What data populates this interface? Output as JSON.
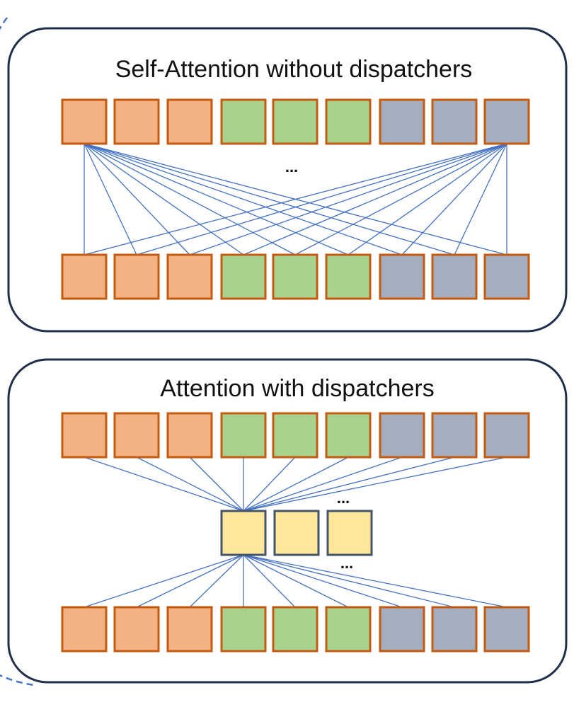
{
  "panels": [
    {
      "id": "without",
      "title": "Self-Attention without dispatchers",
      "ellipsis": "..."
    },
    {
      "id": "with",
      "title": "Attention with dispatchers",
      "ellipsis_top": "...",
      "ellipsis_bottom": "..."
    }
  ],
  "token_groups": [
    "orange",
    "orange",
    "orange",
    "green",
    "green",
    "green",
    "gray",
    "gray",
    "gray"
  ],
  "dispatcher_count": 3,
  "colors": {
    "orange_fill": "#F4B183",
    "orange_stroke": "#C55A11",
    "green_fill": "#A9D18E",
    "gray_fill": "#A4AEBE",
    "dispatcher_fill": "#FFE699",
    "dispatcher_stroke": "#44546A",
    "line": "#4472C4",
    "panel_stroke": "#1F2F4A",
    "dashed": "#4472C4"
  }
}
